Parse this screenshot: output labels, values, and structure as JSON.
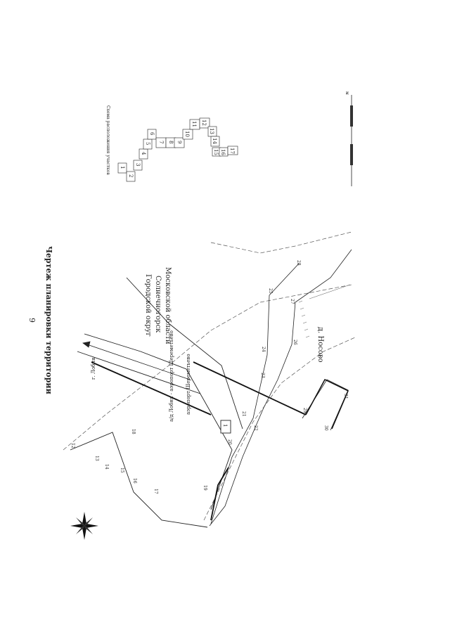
{
  "page_number": "9",
  "title": "Чертеж планировки территории",
  "region": {
    "line1": "Городской округ",
    "line2": "Солнечногорск",
    "line3": "Московской области"
  },
  "village_label": "д. Носово",
  "road_labels": {
    "to_lobnya": "г. Лобня",
    "road1": "а/д Лобня - аэропорт Шереметьево",
    "road2": "аэропорт Шереметьево"
  },
  "parcel_id": "1",
  "boundary_points": [
    "12",
    "13",
    "14",
    "15",
    "16",
    "17",
    "18",
    "19",
    "20",
    "21",
    "22",
    "23",
    "24",
    "25",
    "26",
    "27",
    "28",
    "29",
    "30",
    "31"
  ],
  "legend": {
    "title": "Схема расположения участков",
    "cells": [
      "1",
      "2",
      "3",
      "4",
      "5",
      "6",
      "7",
      "8",
      "9",
      "10",
      "11",
      "12",
      "13",
      "14",
      "15",
      "16",
      "17"
    ]
  },
  "scale_bar_label": "м",
  "colors": {
    "ink": "#222222",
    "paper": "#ffffff"
  }
}
